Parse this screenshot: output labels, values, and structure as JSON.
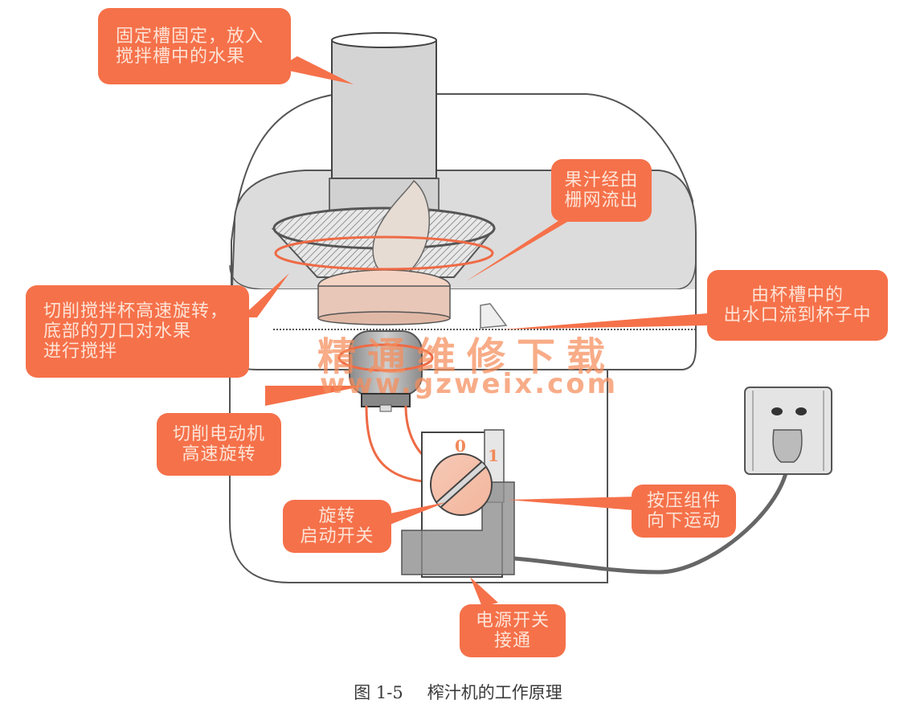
{
  "figure": {
    "number": "图 1-5",
    "title": "榨汁机的工作原理"
  },
  "callouts": [
    {
      "id": "fixed-slot",
      "lines": [
        "固定槽固定，放入",
        "搅拌槽中的水果"
      ]
    },
    {
      "id": "juice-through-mesh",
      "lines": [
        "果汁经由",
        "栅网流出"
      ]
    },
    {
      "id": "outlet-to-cup",
      "lines": [
        "由杯槽中的",
        "出水口流到杯子中"
      ]
    },
    {
      "id": "cutting-cup",
      "lines": [
        "切削搅拌杯高速旋转，",
        "底部的刀口对水果",
        "进行搅拌"
      ]
    },
    {
      "id": "motor",
      "lines": [
        "切削电动机",
        "高速旋转"
      ]
    },
    {
      "id": "rotary-switch",
      "lines": [
        "旋转",
        "启动开关"
      ]
    },
    {
      "id": "press-assembly",
      "lines": [
        "按压组件",
        "向下运动"
      ]
    },
    {
      "id": "power-switch",
      "lines": [
        "电源开关",
        "接通"
      ]
    }
  ],
  "dial": {
    "off_label": "0",
    "on_label": "1"
  },
  "watermark": {
    "text": "精通维修下载",
    "url": "www.gzweix.com"
  },
  "colors": {
    "callout": "#f5714a",
    "callout_text": "#fde3d6",
    "wire": "#ee6a45",
    "outline": "#555555",
    "body_fill": "#d9d9d9"
  }
}
